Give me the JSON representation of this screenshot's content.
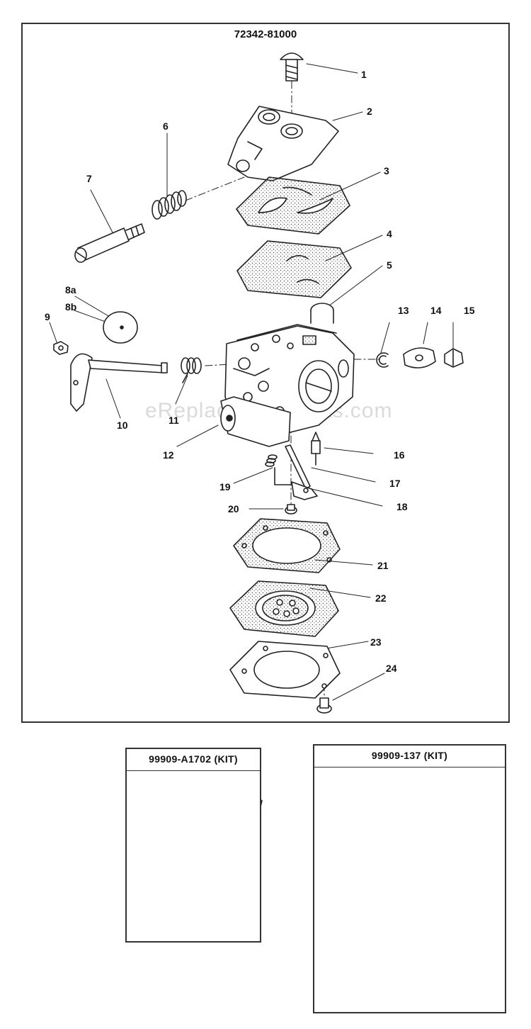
{
  "diagram": {
    "main_part_number": "72342-81000",
    "watermark": "eReplacementParts.com",
    "callouts": [
      {
        "id": "c1",
        "label": "1"
      },
      {
        "id": "c2",
        "label": "2"
      },
      {
        "id": "c3",
        "label": "3"
      },
      {
        "id": "c4",
        "label": "4"
      },
      {
        "id": "c5",
        "label": "5"
      },
      {
        "id": "c6",
        "label": "6"
      },
      {
        "id": "c7",
        "label": "7"
      },
      {
        "id": "c8a",
        "label": "8a"
      },
      {
        "id": "c8b",
        "label": "8b"
      },
      {
        "id": "c9",
        "label": "9"
      },
      {
        "id": "c10",
        "label": "10"
      },
      {
        "id": "c11",
        "label": "11"
      },
      {
        "id": "c12",
        "label": "12"
      },
      {
        "id": "c13",
        "label": "13"
      },
      {
        "id": "c14",
        "label": "14"
      },
      {
        "id": "c15",
        "label": "15"
      },
      {
        "id": "c16",
        "label": "16"
      },
      {
        "id": "c17",
        "label": "17"
      },
      {
        "id": "c18",
        "label": "18"
      },
      {
        "id": "c19",
        "label": "19"
      },
      {
        "id": "c20",
        "label": "20"
      },
      {
        "id": "c21",
        "label": "21"
      },
      {
        "id": "c22",
        "label": "22"
      },
      {
        "id": "c23",
        "label": "23"
      },
      {
        "id": "c24",
        "label": "24"
      }
    ]
  },
  "kits": [
    {
      "title": "99909-A1702 (KIT)"
    },
    {
      "title": "99909-137 (KIT)"
    }
  ]
}
